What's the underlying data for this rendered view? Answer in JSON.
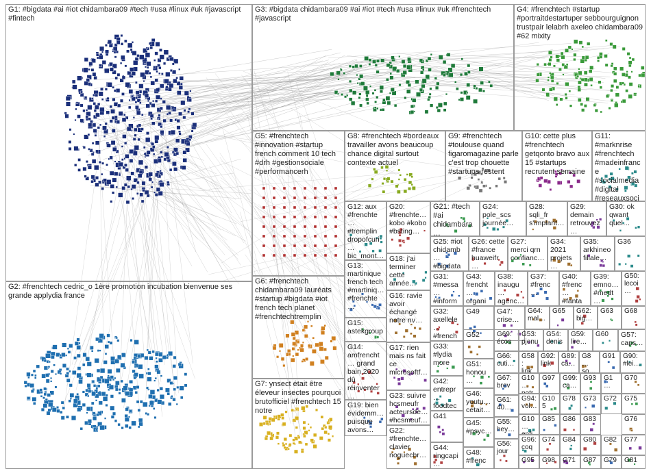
{
  "graph": {
    "title": "",
    "groups": [
      {
        "id": "G1",
        "label": "G1: #bigdata #ai #iot chidambara09 #tech #usa #linux #uk #javascript #fintech",
        "color": "#1b2f7a"
      },
      {
        "id": "G2",
        "label": "G2: #frenchtech cedric_o 1ère promotion incubation bienvenue ses grande applydia france",
        "color": "#1f6fb0"
      },
      {
        "id": "G3",
        "label": "G3: #bigdata chidambara09 #ai #iot #tech #usa #linux #uk #frenchtech #javascript",
        "color": "#1f7a3a"
      },
      {
        "id": "G4",
        "label": "G4: #frenchtech #startup #portraitdestartuper sebbourguignon trustpair lelabrh axeleo chidambara09 #62 mixity",
        "color": "#3a9a3a"
      },
      {
        "id": "G5",
        "label": "G5: #frenchtech #innovation #startup french comment 10 tech #drh #gestionsociale #performancerh",
        "color": "#b03030"
      },
      {
        "id": "G6",
        "label": "G6: #frenchtech chidambara09 lauréats #startup #bigdata #iot french tech planet #frenchtechtremplin",
        "color": "#d08020"
      },
      {
        "id": "G7",
        "label": "G7: ynsect était être éleveur insectes pourquoi brutofficiel #frenchtech 15 notre",
        "color": "#d8b020"
      },
      {
        "id": "G8",
        "label": "G8: #frenchtech #bordeaux travailler avons beaucoup chance digital surtout contexte actuel",
        "color": "#88aa20"
      },
      {
        "id": "G9",
        "label": "G9: #frenchtech #toulouse quand figaromagazine parle c'est trop chouette #startups restent",
        "color": "#777777"
      },
      {
        "id": "G10",
        "label": "G10: cette plus #frenchtech getqonto bravo aux 15 #startups recrutent semaine",
        "color": "#8a2a8a"
      },
      {
        "id": "G11",
        "label": "G11: #marknrise #frenchtech #madeinfrance #socialmedia #digital #reseauxsoci…",
        "color": "#2a8a8a"
      },
      {
        "id": "G12",
        "label": "G12: aux #frenchte… #tremplin dropofcuri… bic_mont… félicitation…",
        "color": "#555555"
      },
      {
        "id": "G13",
        "label": "G13: martinique french tech #martiniq… #frenchte…",
        "color": "#555555"
      },
      {
        "id": "G14",
        "label": "G14: amfrencht… grand bain 2020 dû réinventer…",
        "color": "#555555"
      },
      {
        "id": "G15",
        "label": "G15: astekgroup",
        "color": "#555555"
      },
      {
        "id": "G16",
        "label": "G16: ravie avoir échangé notre nv…",
        "color": "#555555"
      },
      {
        "id": "G17",
        "label": "G17: rien mais ns fait ce microsoftf…",
        "color": "#555555"
      },
      {
        "id": "G18",
        "label": "G18: j'ai terminer cette année…",
        "color": "#555555"
      },
      {
        "id": "G19",
        "label": "G19: bien évidemm… puisque avons…",
        "color": "#555555"
      },
      {
        "id": "G20",
        "label": "G20: #frenchte… kobo #kobo #bsting…",
        "color": "#555555"
      },
      {
        "id": "G21",
        "label": "G21: #tech #ai chidambara…",
        "color": "#555555"
      },
      {
        "id": "G22",
        "label": "G22: #frenchte… clavier noguechr…",
        "color": "#555555"
      },
      {
        "id": "G23",
        "label": "G23: suivre hcsmeufr acteursde… #hcsmeuf…",
        "color": "#555555"
      },
      {
        "id": "G24",
        "label": "G24: pole_scs journée…",
        "color": "#555555"
      },
      {
        "id": "G25",
        "label": "G25: #iot chidamb… #bigdata…",
        "color": "#555555"
      },
      {
        "id": "G26",
        "label": "G26: cette #france huaweifr…",
        "color": "#555555"
      },
      {
        "id": "G27",
        "label": "G27: merci qrn confianc…",
        "color": "#555555"
      },
      {
        "id": "G28",
        "label": "G28: sqli_fr s'implant…",
        "color": "#555555"
      },
      {
        "id": "G29",
        "label": "G29: demain retrouvez…",
        "color": "#555555"
      },
      {
        "id": "G30",
        "label": "G30: ok qwant quel…",
        "color": "#555555"
      },
      {
        "id": "G31",
        "label": "G31: #messa… #inform…",
        "color": "#555555"
      },
      {
        "id": "G32",
        "label": "G32: axellele… #french…",
        "color": "#555555"
      },
      {
        "id": "G33",
        "label": "G33: #lydia more",
        "color": "#555555"
      },
      {
        "id": "G34",
        "label": "G34: 2021 projets…",
        "color": "#555555"
      },
      {
        "id": "G35",
        "label": "G35: arkhineo filiale…",
        "color": "#555555"
      },
      {
        "id": "G36",
        "label": "G36",
        "color": "#555555"
      },
      {
        "id": "G37",
        "label": "G37: #frenc…",
        "color": "#555555"
      },
      {
        "id": "G38",
        "label": "G38: inaugu… agenc…",
        "color": "#555555"
      },
      {
        "id": "G39",
        "label": "G39: emno… #medt…",
        "color": "#555555"
      },
      {
        "id": "G40",
        "label": "G40: #frenc… #fanta…",
        "color": "#555555"
      },
      {
        "id": "G41",
        "label": "G41",
        "color": "#555555"
      },
      {
        "id": "G42",
        "label": "G42: entrepr… foodtec…",
        "color": "#555555"
      },
      {
        "id": "G43",
        "label": "G43: frencht… organi…",
        "color": "#555555"
      },
      {
        "id": "G44",
        "label": "G44: ringcapi… partner…",
        "color": "#555555"
      },
      {
        "id": "G45",
        "label": "G45: #psyc…",
        "color": "#555555"
      },
      {
        "id": "G46",
        "label": "G46: youtu… cetait…",
        "color": "#555555"
      },
      {
        "id": "G47",
        "label": "G47: crise…",
        "color": "#555555"
      },
      {
        "id": "G48",
        "label": "G48: #frenc… #frenc…",
        "color": "#555555"
      },
      {
        "id": "G49",
        "label": "G49",
        "color": "#555555"
      },
      {
        "id": "G50",
        "label": "G50: lecoi…",
        "color": "#555555"
      },
      {
        "id": "G51",
        "label": "G51: honou…",
        "color": "#555555"
      },
      {
        "id": "G52",
        "label": "G52",
        "color": "#555555"
      },
      {
        "id": "G53",
        "label": "G53: pjenu…",
        "color": "#555555"
      },
      {
        "id": "G54",
        "label": "G54: denis…",
        "color": "#555555"
      },
      {
        "id": "G55",
        "label": "G55: hey…",
        "color": "#555555"
      },
      {
        "id": "G56",
        "label": "G56: jour",
        "color": "#555555"
      },
      {
        "id": "G57",
        "label": "G57: caps…",
        "color": "#555555"
      },
      {
        "id": "G58",
        "label": "G58: link…",
        "color": "#555555"
      },
      {
        "id": "G59",
        "label": "G59: lire…",
        "color": "#555555"
      },
      {
        "id": "G60",
        "label": "G60",
        "color": "#555555"
      },
      {
        "id": "G61",
        "label": "G61: 40…",
        "color": "#555555"
      },
      {
        "id": "G62",
        "label": "G62: big…",
        "color": "#555555"
      },
      {
        "id": "G63",
        "label": "G63",
        "color": "#555555"
      },
      {
        "id": "G64",
        "label": "G64: mal…",
        "color": "#555555"
      },
      {
        "id": "G65",
        "label": "G65",
        "color": "#555555"
      },
      {
        "id": "G66",
        "label": "G66: cuti…",
        "color": "#555555"
      },
      {
        "id": "G67",
        "label": "G67: brev…",
        "color": "#555555"
      },
      {
        "id": "G68",
        "label": "G68",
        "color": "#555555"
      },
      {
        "id": "G69",
        "label": "G69: écos…",
        "color": "#555555"
      },
      {
        "id": "G70",
        "label": "G70",
        "color": "#555555"
      },
      {
        "id": "G71",
        "label": "G71…",
        "color": "#555555"
      },
      {
        "id": "G72",
        "label": "G72",
        "color": "#555555"
      },
      {
        "id": "G73",
        "label": "G73",
        "color": "#555555"
      },
      {
        "id": "G74",
        "label": "G74",
        "color": "#555555"
      },
      {
        "id": "G75",
        "label": "G75",
        "color": "#555555"
      },
      {
        "id": "G76",
        "label": "G76",
        "color": "#555555"
      },
      {
        "id": "G77",
        "label": "G77",
        "color": "#555555"
      },
      {
        "id": "G78",
        "label": "G78",
        "color": "#555555"
      },
      {
        "id": "G79",
        "label": "G79",
        "color": "#555555"
      },
      {
        "id": "G80",
        "label": "G80",
        "color": "#555555"
      },
      {
        "id": "G81",
        "label": "G81",
        "color": "#555555"
      },
      {
        "id": "G82",
        "label": "G82",
        "color": "#555555"
      },
      {
        "id": "G83",
        "label": "G83",
        "color": "#555555"
      },
      {
        "id": "G84",
        "label": "G84",
        "color": "#555555"
      },
      {
        "id": "G85",
        "label": "G85",
        "color": "#555555"
      },
      {
        "id": "G86",
        "label": "G86",
        "color": "#555555"
      },
      {
        "id": "G87",
        "label": "G87",
        "color": "#555555"
      },
      {
        "id": "G88",
        "label": "G8… so…",
        "color": "#555555"
      },
      {
        "id": "G89",
        "label": "G89: ca…",
        "color": "#555555"
      },
      {
        "id": "G90",
        "label": "G90: #lei…",
        "color": "#555555"
      },
      {
        "id": "G91",
        "label": "G91",
        "color": "#555555"
      },
      {
        "id": "G92",
        "label": "G92: link…",
        "color": "#555555"
      },
      {
        "id": "G93",
        "label": "G93",
        "color": "#555555"
      },
      {
        "id": "G94",
        "label": "G94: vol…",
        "color": "#555555"
      },
      {
        "id": "G95",
        "label": "G95",
        "color": "#555555"
      },
      {
        "id": "G96",
        "label": "G96: coq…",
        "color": "#555555"
      },
      {
        "id": "G97",
        "label": "G97",
        "color": "#555555"
      },
      {
        "id": "G98",
        "label": "G98",
        "color": "#555555"
      },
      {
        "id": "G99",
        "label": "G99: ca…",
        "color": "#555555"
      },
      {
        "id": "G100",
        "label": "G10… notr…",
        "color": "#555555"
      },
      {
        "id": "G101",
        "label": "G101",
        "color": "#555555"
      },
      {
        "id": "G102",
        "label": "G10… enfi…",
        "color": "#555555"
      },
      {
        "id": "G103",
        "label": "G1…",
        "color": "#555555"
      },
      {
        "id": "G104",
        "label": "G10…",
        "color": "#555555"
      },
      {
        "id": "G105",
        "label": "G105",
        "color": "#555555"
      }
    ]
  }
}
